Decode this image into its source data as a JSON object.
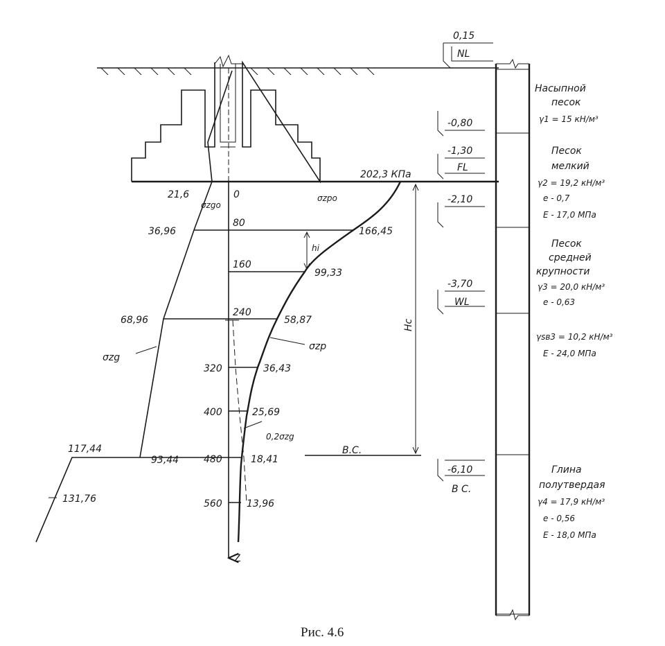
{
  "caption": "Рис. 4.6",
  "elevations": {
    "nl_value": "0,15",
    "nl_tag": "NL",
    "e1": "-0,80",
    "e2": "-1,30",
    "fl_tag": "FL",
    "e3": "-2,10",
    "e4": "-3,70",
    "wl_tag": "WL",
    "e5": "-6,10",
    "bc_tag": "B C."
  },
  "diagram": {
    "top_pressure": "202,3 КПа",
    "zg_left_top": "21,6",
    "zero": "0",
    "sigma_zgo": "σzgo",
    "sigma_zpo": "σzpo",
    "sigma_zg": "σzg",
    "sigma_zp": "σzp",
    "point_two_sigma": "0,2σzg",
    "hi": "hi",
    "hc": "Hc",
    "bc_line": "B.C.",
    "axis_z": "Z"
  },
  "depths": [
    "80",
    "160",
    "240",
    "320",
    "400",
    "480",
    "560"
  ],
  "zg_values": [
    "36,96",
    "68,96",
    "117,44",
    "93,44",
    "131,76"
  ],
  "zp_values": [
    "166,45",
    "99,33",
    "58,87",
    "36,43",
    "25,69",
    "18,41",
    "13,96"
  ],
  "layers": [
    {
      "line1": "Насыпной",
      "line2": "песок",
      "line3": "γ1 = 15 кН/м³"
    },
    {
      "line1": "Песок",
      "line2": "мелкий",
      "line3": "γ2 = 19,2 кН/м³",
      "line4": "e - 0,7",
      "line5": "E - 17,0 МПа"
    },
    {
      "line1": "Песок",
      "line2": "средней",
      "line3": "крупности",
      "line4": "γ3 = 20,0 кН/м³",
      "line5": "e - 0,63"
    },
    {
      "line1": "γsв3 = 10,2 кН/м³",
      "line2": "E - 24,0 МПа"
    },
    {
      "line1": "Глина",
      "line2": "полутвердая",
      "line3": "γ4 = 17,9 кН/м³",
      "line4": "e - 0,56",
      "line5": "E - 18,0 МПа"
    }
  ]
}
